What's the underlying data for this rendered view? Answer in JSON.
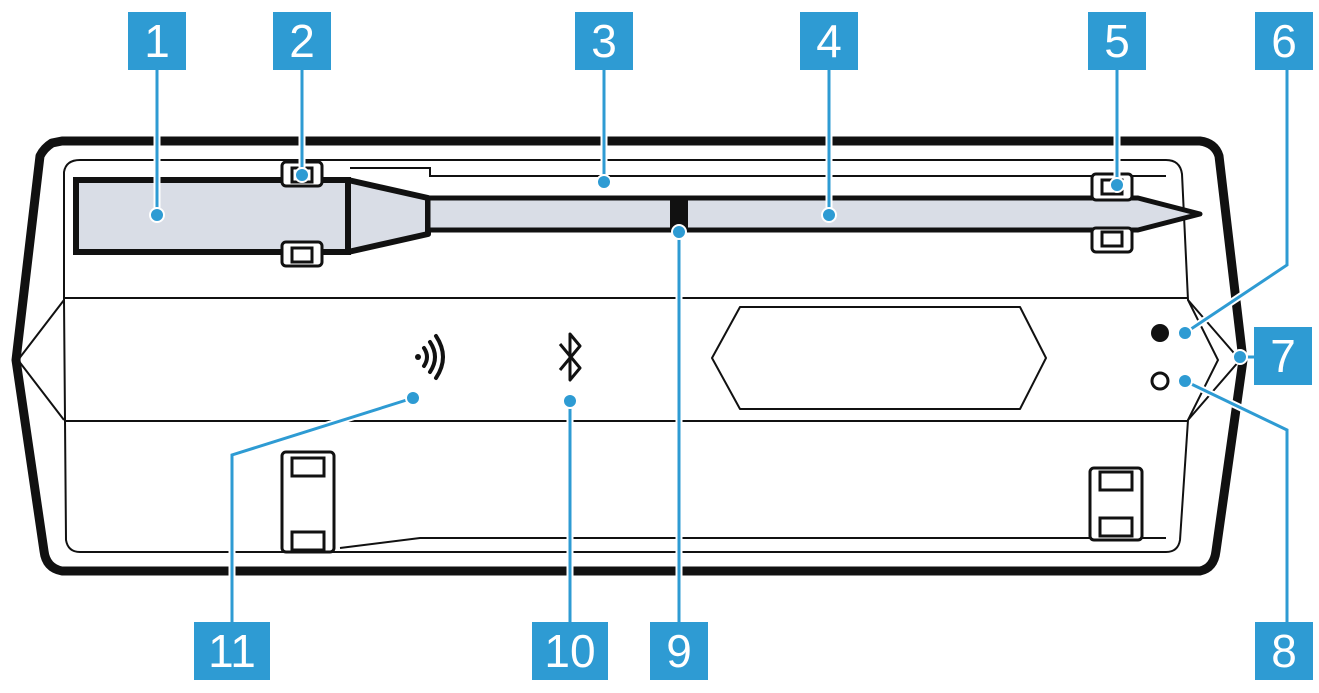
{
  "diagram": {
    "accent_color": "#2e9bd3",
    "outline_color": "#111111",
    "callouts": [
      {
        "id": "c1",
        "label": "1"
      },
      {
        "id": "c2",
        "label": "2"
      },
      {
        "id": "c3",
        "label": "3"
      },
      {
        "id": "c4",
        "label": "4"
      },
      {
        "id": "c5",
        "label": "5"
      },
      {
        "id": "c6",
        "label": "6"
      },
      {
        "id": "c7",
        "label": "7"
      },
      {
        "id": "c8",
        "label": "8"
      },
      {
        "id": "c9",
        "label": "9"
      },
      {
        "id": "c10",
        "label": "10"
      },
      {
        "id": "c11",
        "label": "11"
      }
    ],
    "icons": {
      "wireless": "wireless-signal-icon",
      "bluetooth": "bluetooth-icon",
      "indicator_filled": "filled-indicator-icon",
      "indicator_hollow": "hollow-indicator-icon"
    }
  }
}
